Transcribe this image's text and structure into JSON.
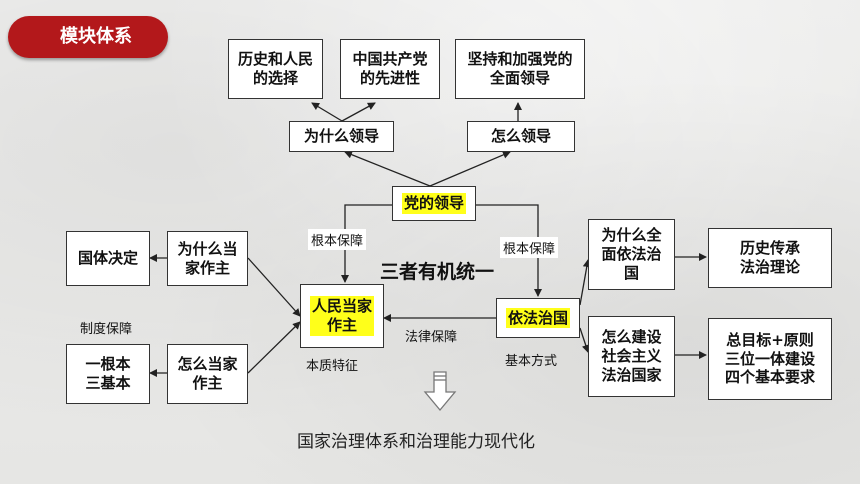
{
  "badge": "模块体系",
  "boxes": {
    "history": "历史和人民\n的选择",
    "advanced": "中国共产党\n的先进性",
    "leadership_all": "坚持和加强党的\n全面领导",
    "why_lead": "为什么领导",
    "how_lead": "怎么领导",
    "party": "党的领导",
    "state_decide": "国体决定",
    "why_master": "为什么当\n家作主",
    "people_master": "人民当家\n作主",
    "rule_law": "依法治国",
    "why_law": "为什么全\n面依法治\n国",
    "history_tradition": "历史传承\n法治理论",
    "one_root": "一根本\n三基本",
    "how_master": "怎么当家\n作主",
    "how_build": "怎么建设\n社会主义\n法治国家",
    "goal": "总目标+原则\n三位一体建设\n四个基本要求"
  },
  "labels": {
    "root_guarantee_left": "根本保障",
    "root_guarantee_right": "根本保障",
    "unity": "三者有机统一",
    "system_guarantee": "制度保障",
    "law_guarantee": "法律保障",
    "essence": "本质特征",
    "basic_way": "基本方式",
    "bottom": "国家治理体系和治理能力现代化"
  }
}
